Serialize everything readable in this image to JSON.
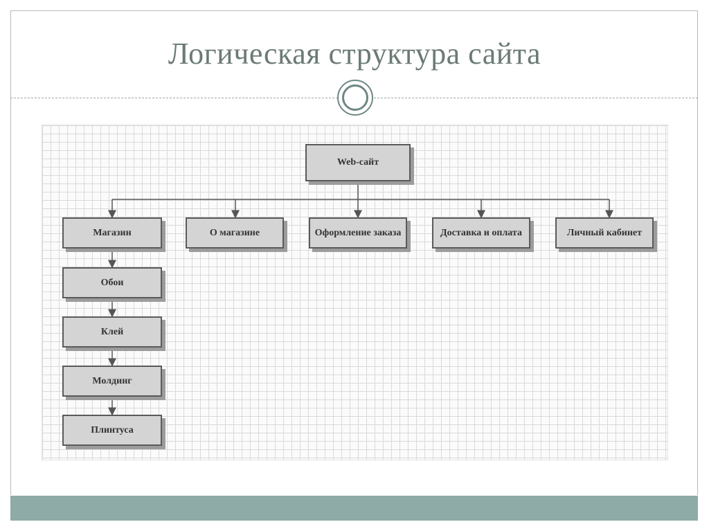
{
  "slide": {
    "title": "Логическая структура сайта"
  },
  "diagram": {
    "root": {
      "label": "Web-сайт"
    },
    "top_level": [
      {
        "label": "Магазин"
      },
      {
        "label": "О магазине"
      },
      {
        "label": "Оформление заказа"
      },
      {
        "label": "Доставка и оплата"
      },
      {
        "label": "Личный кабинет"
      }
    ],
    "shop_chain": [
      {
        "label": "Обои"
      },
      {
        "label": "Клей"
      },
      {
        "label": "Молдинг"
      },
      {
        "label": "Плинтуса"
      }
    ]
  },
  "colors": {
    "title_text": "#6b7a76",
    "accent_band": "#8eaba8",
    "node_fill": "#d4d4d4",
    "node_border": "#5a5a5a",
    "connector": "#555555"
  }
}
